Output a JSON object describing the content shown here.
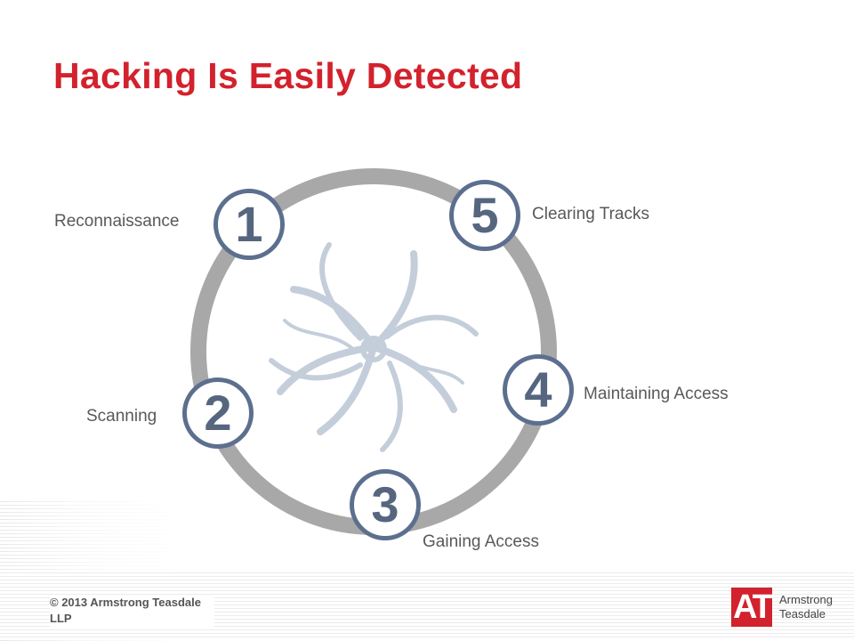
{
  "slide": {
    "title": "Hacking Is Easily Detected"
  },
  "diagram": {
    "stages": [
      {
        "number": "1",
        "label": "Reconnaissance"
      },
      {
        "number": "2",
        "label": "Scanning"
      },
      {
        "number": "3",
        "label": "Gaining Access"
      },
      {
        "number": "4",
        "label": "Maintaining Access"
      },
      {
        "number": "5",
        "label": "Clearing Tracks"
      }
    ],
    "colors": {
      "ring": "#a8a8a8",
      "badge_border": "#5d6f8e",
      "badge_number": "#56667f",
      "swirl": "#c4cedb",
      "label": "#595959"
    }
  },
  "footer": {
    "copyright": "© 2013 Armstrong Teasdale LLP",
    "logo_mark": "AT",
    "logo_line1": "Armstrong",
    "logo_line2": "Teasdale"
  },
  "brand_color": "#d2222d"
}
